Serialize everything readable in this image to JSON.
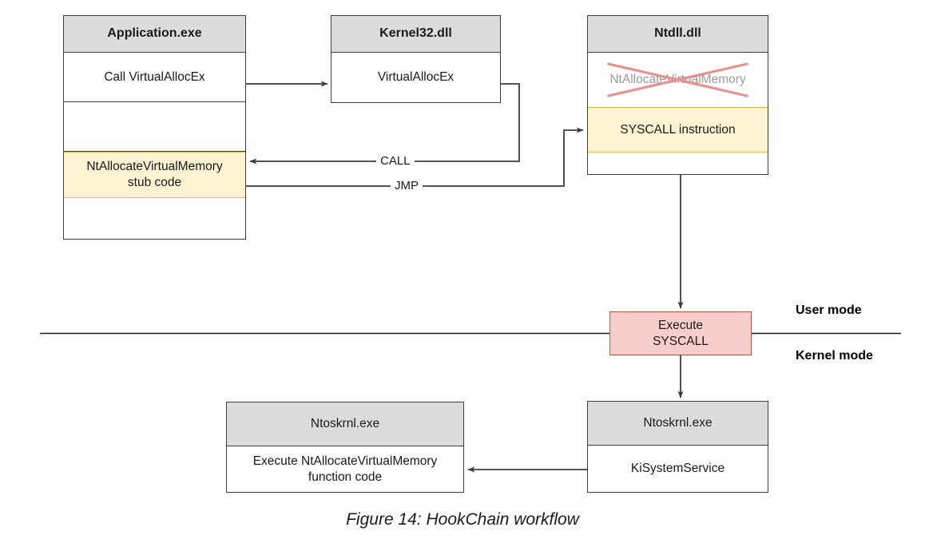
{
  "figure": {
    "caption": "Figure 14: HookChain workflow"
  },
  "colors": {
    "header_fill": "#dcdcdc",
    "highlight_fill": "#fdf3d2",
    "highlight_border": "#d6b656",
    "danger_fill": "#f7cecc",
    "danger_border": "#b85450",
    "strike_color": "#e8918f",
    "line_color": "#3c3c3c",
    "muted_text": "#9a9a9a"
  },
  "boxes": {
    "application": {
      "title": "Application.exe",
      "rows": [
        {
          "label": "Call VirtualAllocEx"
        },
        {
          "label": ""
        },
        {
          "label": "NtAllocateVirtualMemory\nstub code"
        },
        {
          "label": ""
        }
      ],
      "row_call": "Call VirtualAllocEx",
      "row_empty_1": "",
      "row_stub_line1": "NtAllocateVirtualMemory",
      "row_stub_line2": "stub code",
      "row_empty_2": ""
    },
    "kernel32": {
      "title": "Kernel32.dll",
      "row_virtualallocex": "VirtualAllocEx"
    },
    "ntdll": {
      "title": "Ntdll.dll",
      "row_hooked": "NtAllocateVirtualMemory",
      "row_syscall": "SYSCALL instruction",
      "row_empty": ""
    },
    "execute_syscall": {
      "line1": "Execute",
      "line2": "SYSCALL"
    },
    "ntoskrnl_left": {
      "title": "Ntoskrnl.exe",
      "body_line1": "Execute NtAllocateVirtualMemory",
      "body_line2": "function code"
    },
    "ntoskrnl_right": {
      "title": "Ntoskrnl.exe",
      "row_kisystemservice": "KiSystemService"
    }
  },
  "edges": {
    "call_label": "CALL",
    "jmp_label": "JMP"
  },
  "mode_divider": {
    "user_mode": "User mode",
    "kernel_mode": "Kernel mode"
  }
}
